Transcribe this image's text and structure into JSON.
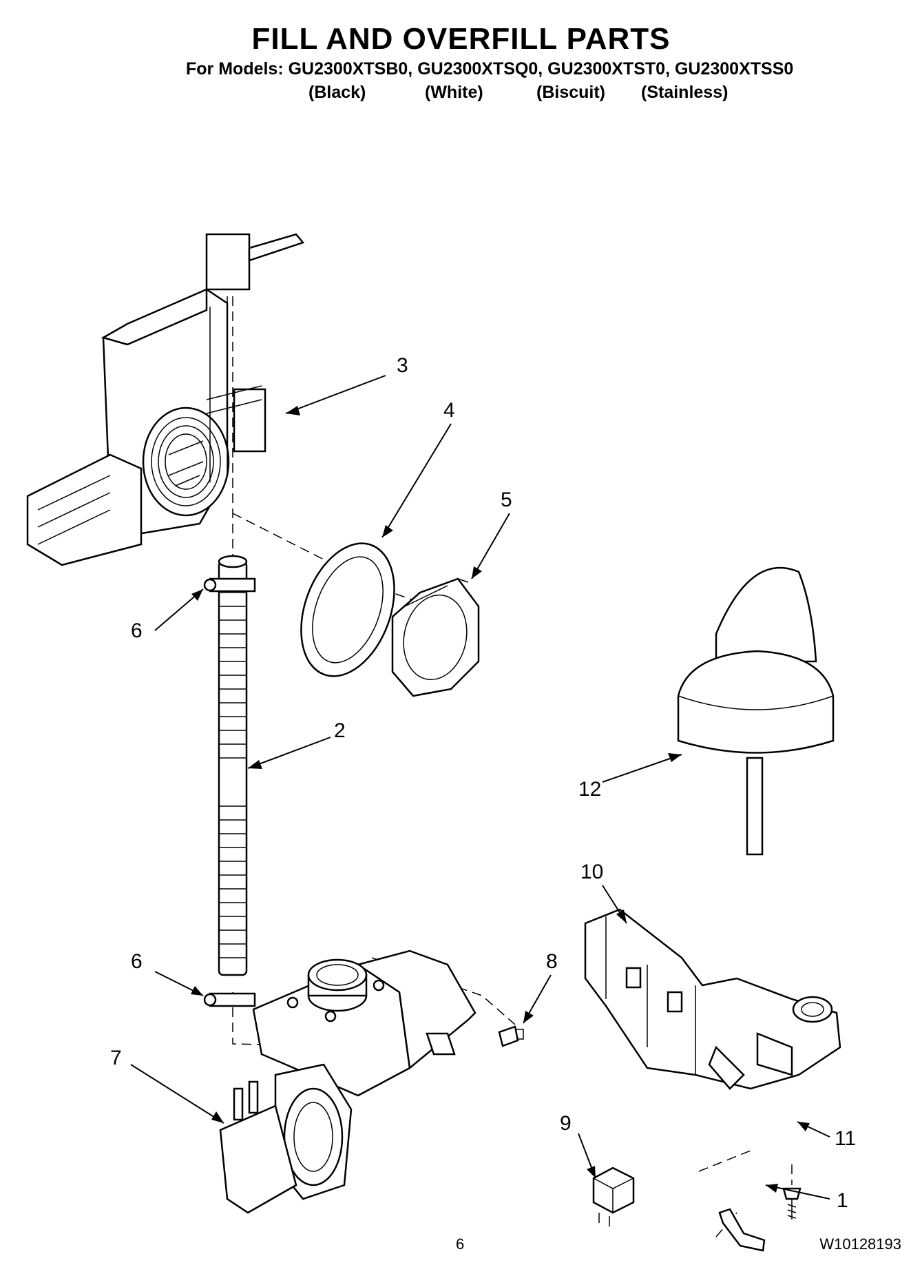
{
  "page": {
    "title": "FILL AND OVERFILL PARTS",
    "models_line": "For Models: GU2300XTSB0, GU2300XTSQ0, GU2300XTST0, GU2300XTSS0",
    "variants": [
      "(Black)",
      "(White)",
      "(Biscuit)",
      "(Stainless)"
    ],
    "page_number": "6",
    "document_code": "W10128193"
  },
  "callouts": [
    "3",
    "4",
    "5",
    "6",
    "2",
    "12",
    "10",
    "6",
    "8",
    "7",
    "9",
    "11",
    "1"
  ]
}
